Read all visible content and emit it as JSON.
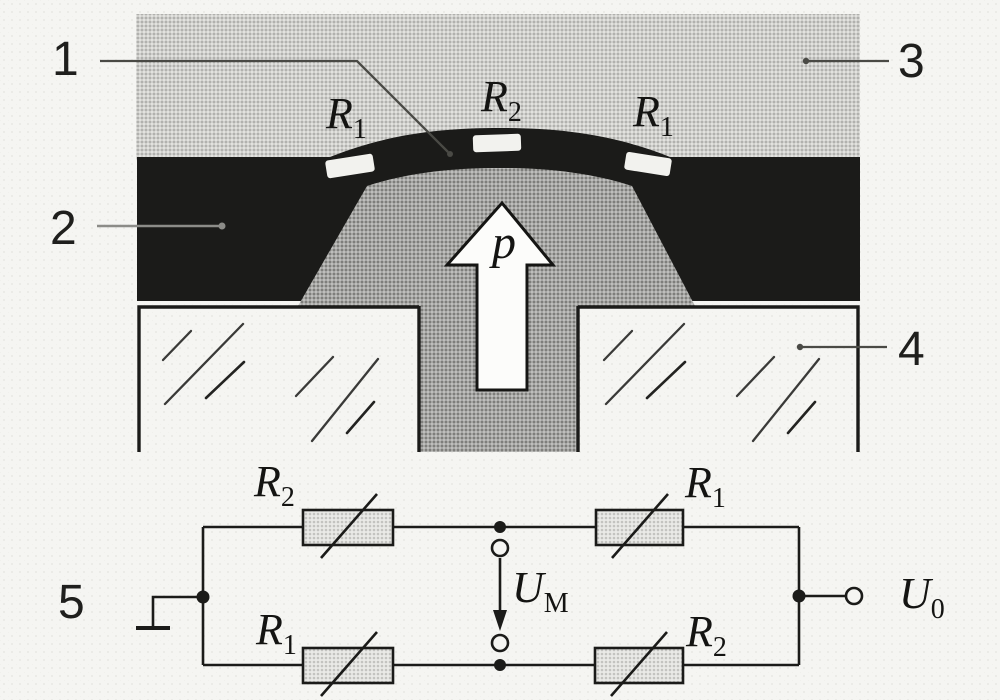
{
  "callouts": {
    "c1": {
      "label": "1"
    },
    "c2": {
      "label": "2"
    },
    "c3": {
      "label": "3"
    },
    "c4": {
      "label": "4"
    },
    "c5": {
      "label": "5"
    }
  },
  "cross_section": {
    "r_left": {
      "base": "R",
      "sub": "1"
    },
    "r_center": {
      "base": "R",
      "sub": "2"
    },
    "r_right": {
      "base": "R",
      "sub": "1"
    },
    "pressure": {
      "label": "p"
    }
  },
  "circuit": {
    "r_top_left": {
      "base": "R",
      "sub": "2"
    },
    "r_top_right": {
      "base": "R",
      "sub": "1"
    },
    "r_bottom_left": {
      "base": "R",
      "sub": "1"
    },
    "r_bottom_right": {
      "base": "R",
      "sub": "2"
    },
    "u_meter": {
      "base": "U",
      "sub": "M"
    },
    "u_out": {
      "base": "U",
      "sub": "0"
    }
  },
  "colors": {
    "paper": "#f5f5f2",
    "ink": "#1b1b19",
    "cover_base": "#e3e3e0",
    "cover_dot": "#b1b1ae",
    "boss_base": "#c0c0bd",
    "boss_dot": "#7e7e7b",
    "resistor_base": "#eaeae7",
    "resistor_dot": "#c3c3c0",
    "patch": "#f2f2ee",
    "hatch": "#3a3a38",
    "leader": "#4a4a45",
    "leader_light": "#8c8c88",
    "arrow_fill": "#fcfcfa"
  }
}
